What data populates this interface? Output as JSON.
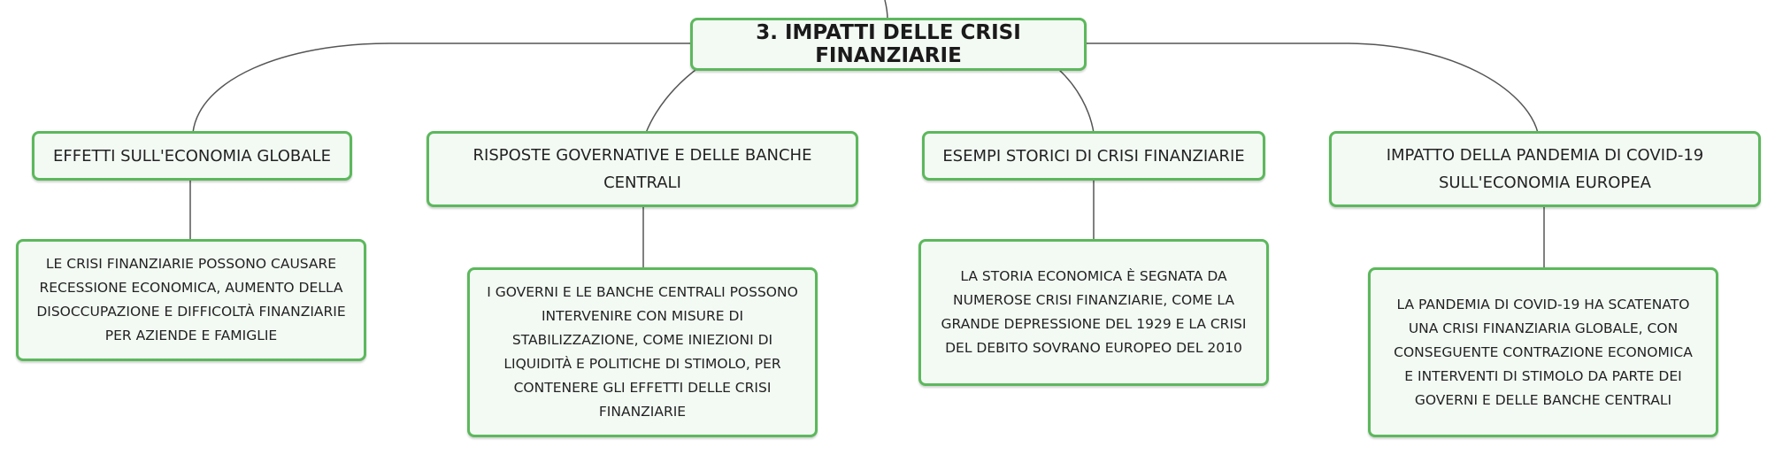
{
  "colors": {
    "node_border": "#5cb85c",
    "node_fill": "#f3faf4",
    "connector": "#555555",
    "text": "#222222"
  },
  "map": {
    "root": "3. IMPATTI DELLE CRISI FINANZIARIE",
    "branches": [
      {
        "title": "EFFETTI SULL'ECONOMIA GLOBALE",
        "detail": "LE CRISI FINANZIARIE POSSONO CAUSARE\nRECESSIONE ECONOMICA, AUMENTO DELLA\nDISOCCUPAZIONE E DIFFICOLTÀ FINANZIARIE\nPER AZIENDE E FAMIGLIE"
      },
      {
        "title": "RISPOSTE GOVERNATIVE E DELLE BANCHE\nCENTRALI",
        "detail": "I GOVERNI E LE BANCHE CENTRALI POSSONO\nINTERVENIRE CON MISURE DI\nSTABILIZZAZIONE, COME INIEZIONI DI\nLIQUIDITÀ E POLITICHE DI STIMOLO, PER\nCONTENERE GLI EFFETTI DELLE CRISI\nFINANZIARIE"
      },
      {
        "title": "ESEMPI STORICI DI CRISI FINANZIARIE",
        "detail": "LA STORIA ECONOMICA È SEGNATA DA\nNUMEROSE CRISI FINANZIARIE, COME LA\nGRANDE DEPRESSIONE DEL 1929 E LA CRISI\nDEL DEBITO SOVRANO EUROPEO DEL 2010"
      },
      {
        "title": "IMPATTO DELLA PANDEMIA DI COVID-19\nSULL'ECONOMIA EUROPEA",
        "detail": "LA PANDEMIA DI COVID-19 HA SCATENATO\nUNA CRISI FINANZIARIA GLOBALE, CON\nCONSEGUENTE CONTRAZIONE ECONOMICA\nE INTERVENTI DI STIMOLO DA PARTE DEI\nGOVERNI E DELLE BANCHE CENTRALI"
      }
    ]
  }
}
